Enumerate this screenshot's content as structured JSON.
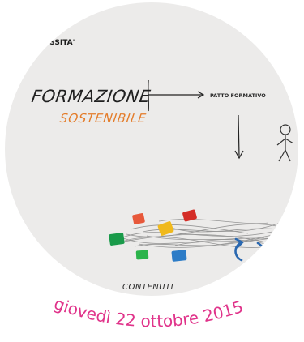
{
  "header": {
    "top_label": "E SSITA'"
  },
  "diagram": {
    "title_line1": "FORMAZIONE",
    "title_line2": "SOSTENIBILE",
    "arrow_label": "PATTO FORMATIVO",
    "bottom_label": "CONTENUTI"
  },
  "footer": {
    "date": "giovedì 22 ottobre 2015"
  },
  "colors": {
    "background": "#ffffff",
    "circle_bg": "#ecebea",
    "accent_orange": "#e47c2a",
    "date_pink": "#e0338a",
    "refresh_blue": "#2a68b0",
    "ink": "#1c1c1c",
    "blocks": [
      "#d42d27",
      "#f0b91c",
      "#1a9a4a",
      "#e7583a",
      "#2d7cc7",
      "#2bb34a"
    ]
  },
  "icons": {
    "refresh": "refresh-arrows-icon",
    "figure": "stick-figure-icon"
  }
}
